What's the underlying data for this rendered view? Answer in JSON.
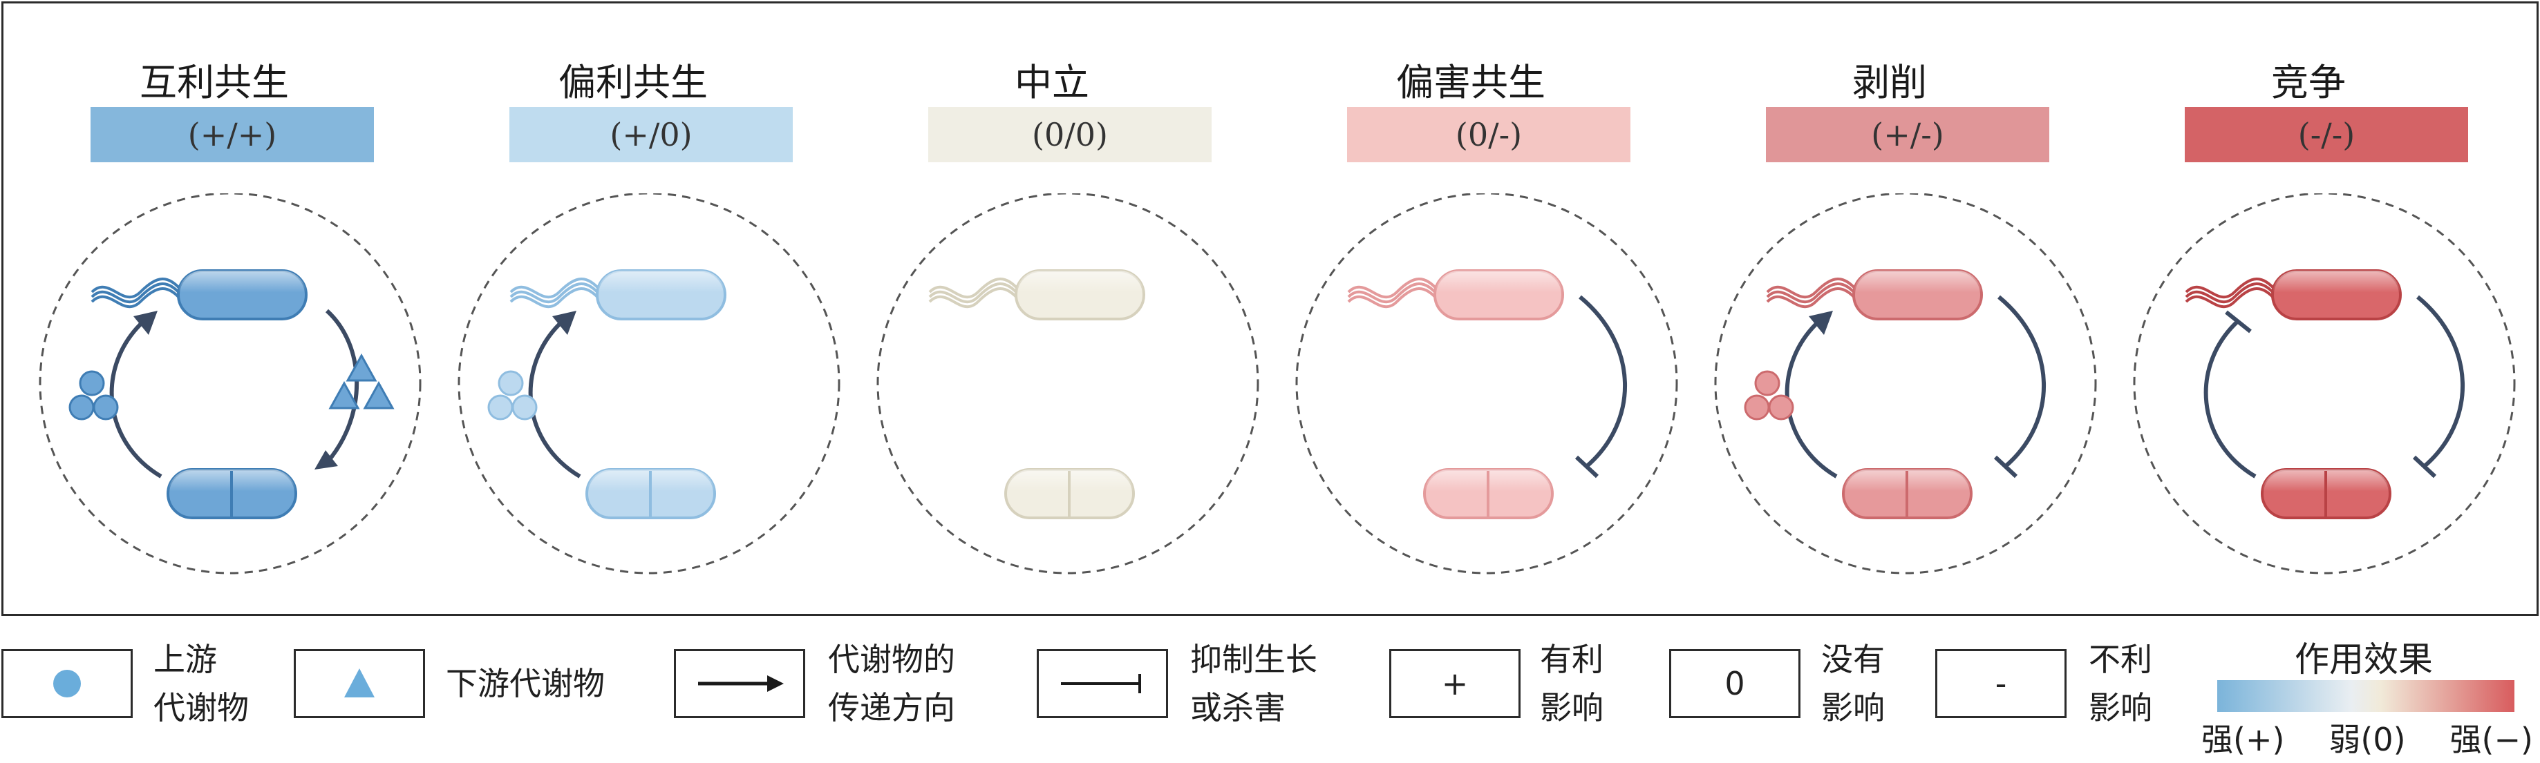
{
  "panels": [
    {
      "title": "互利共生",
      "label": "(+/+)",
      "box_color": "#85b7dc",
      "cell_fill": "#6ea6d6",
      "cell_stroke": "#3f7db4",
      "up": true,
      "down": true,
      "arrow_top": "arrow",
      "arrow_bottom": "arrow",
      "arrow_right": "arrow"
    },
    {
      "title": "偏利共生",
      "label": "(+/0)",
      "box_color": "#bfdcef",
      "cell_fill": "#bcd9ef",
      "cell_stroke": "#8fbde0",
      "up": true,
      "down": false,
      "arrow_top": "arrow",
      "arrow_bottom": "none",
      "arrow_right": "none"
    },
    {
      "title": "中立",
      "label": "(0/0)",
      "box_color": "#f0eee4",
      "cell_fill": "#f1eee2",
      "cell_stroke": "#d6d1bd",
      "up": false,
      "down": false,
      "arrow_top": "none",
      "arrow_bottom": "none",
      "arrow_right": "none"
    },
    {
      "title": "偏害共生",
      "label": "(0/-)",
      "box_color": "#f4c6c3",
      "cell_fill": "#f5c3c3",
      "cell_stroke": "#e49a9b",
      "up": false,
      "down": false,
      "arrow_top": "none",
      "arrow_bottom": "none",
      "arrow_right": "inhibit"
    },
    {
      "title": "剥削",
      "label": "(+/-)",
      "box_color": "#e09698",
      "cell_fill": "#e6999b",
      "cell_stroke": "#cc6a6d",
      "up": true,
      "down": false,
      "arrow_top": "arrow",
      "arrow_bottom": "none",
      "arrow_right": "inhibit"
    },
    {
      "title": "竞争",
      "label": "(-/-)",
      "box_color": "#d46366",
      "cell_fill": "#d9676a",
      "cell_stroke": "#b94245",
      "up": false,
      "down": false,
      "arrow_top": "inhibit",
      "arrow_bottom": "none",
      "arrow_right": "inhibit"
    }
  ],
  "legend": {
    "upstream": "上游\n代谢物",
    "downstream": "下游代谢物",
    "direction": "代谢物的\n传递方向",
    "inhibit": "抑制生长\n或杀害",
    "plus_symbol": "+",
    "plus_text": "有利\n影响",
    "zero_symbol": "0",
    "zero_text": "没有\n影响",
    "minus_symbol": "-",
    "minus_text": "不利\n影响",
    "effect_title": "作用效果",
    "scale_labels": [
      "强(+)",
      "弱(0)",
      "强(−)"
    ]
  },
  "colors": {
    "arrow": "#3b4a63",
    "legend_icon": "#6aaddb"
  }
}
